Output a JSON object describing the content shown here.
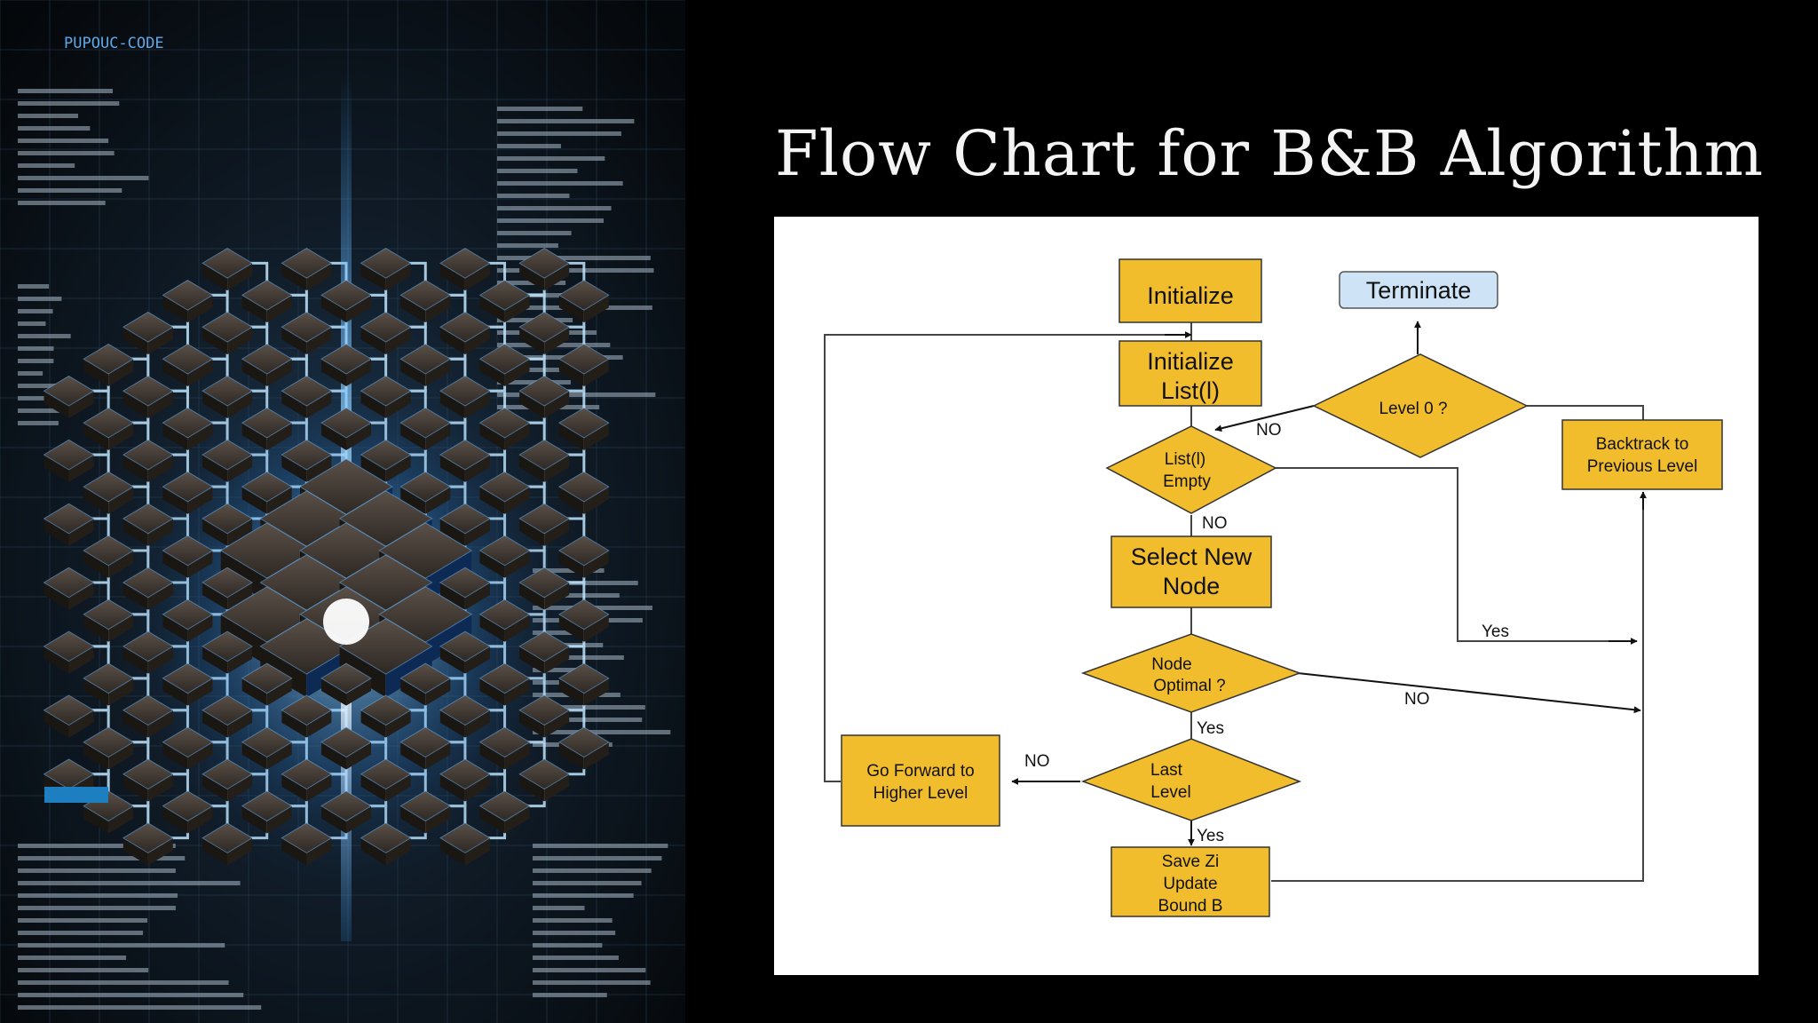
{
  "slide": {
    "title": "Flow Chart for B&B Algorithm"
  },
  "art": {
    "header_text": "PUPOUC-CODE",
    "label_text": "",
    "colors": {
      "background": "#0b0f14",
      "glow": "#3aa0ff",
      "node": "#3a332c",
      "line": "#bfe6ff"
    }
  },
  "flowchart": {
    "colors": {
      "box_fill": "#f1bd2c",
      "terminate_fill": "#cfe3f6",
      "stroke": "#222222",
      "line": "#444444"
    },
    "nodes": {
      "initialize": "Initialize",
      "terminate": "Terminate",
      "init_list_1": "Initialize",
      "init_list_2": "List(l)",
      "level0": "Level 0 ?",
      "backtrack_1": "Backtrack to",
      "backtrack_2": "Previous Level",
      "list_empty_1": "List(l)",
      "list_empty_2": "Empty",
      "select_1": "Select New",
      "select_2": "Node",
      "optimal_1": "Node",
      "optimal_2": "Optimal ?",
      "last_1": "Last",
      "last_2": "Level",
      "forward_1": "Go Forward to",
      "forward_2": "Higher Level",
      "save_1": "Save Zi",
      "save_2": "Update",
      "save_3": "Bound B"
    },
    "edge_labels": {
      "no_level0": "NO",
      "no_list_empty": "NO",
      "yes_list_empty": "Yes",
      "no_optimal": "NO",
      "yes_optimal": "Yes",
      "no_last": "NO",
      "yes_last": "Yes"
    }
  }
}
